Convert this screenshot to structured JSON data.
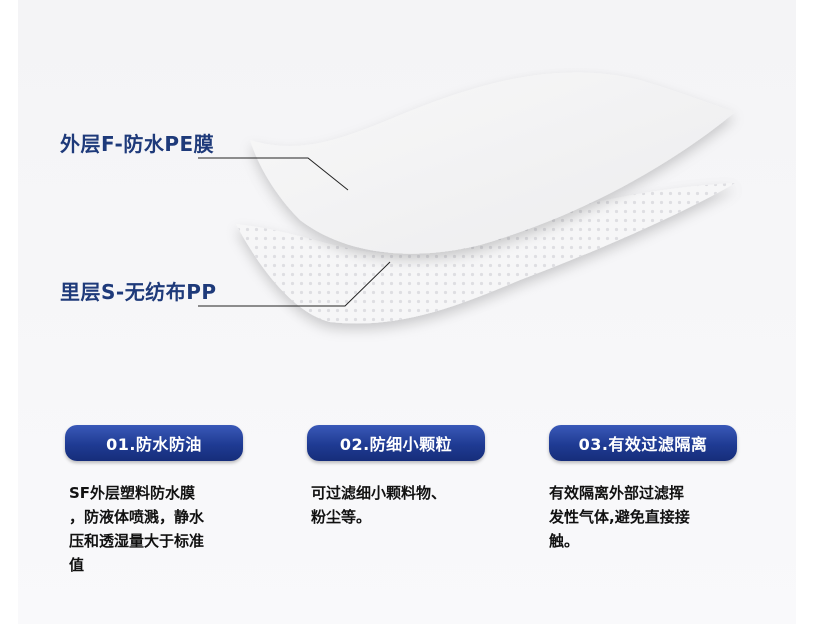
{
  "layers": {
    "outer_label": "外层F-防水PE膜",
    "inner_label": "里层S-无纺布PP"
  },
  "features": [
    {
      "title": "01.防水防油",
      "description": "SF外层塑料防水膜\n，防液体喷溅，静水\n压和透湿量大于标准\n值"
    },
    {
      "title": "02.防细小颗粒",
      "description": "可过滤细小颗料物、\n粉尘等。"
    },
    {
      "title": "03.有效过滤隔离",
      "description": "有效隔离外部过滤挥\n发性气体,避免直接接\n触。"
    }
  ],
  "colors": {
    "accent": "#1f3b93",
    "label_text": "#1e3a7a",
    "background": "#f5f5f7"
  }
}
